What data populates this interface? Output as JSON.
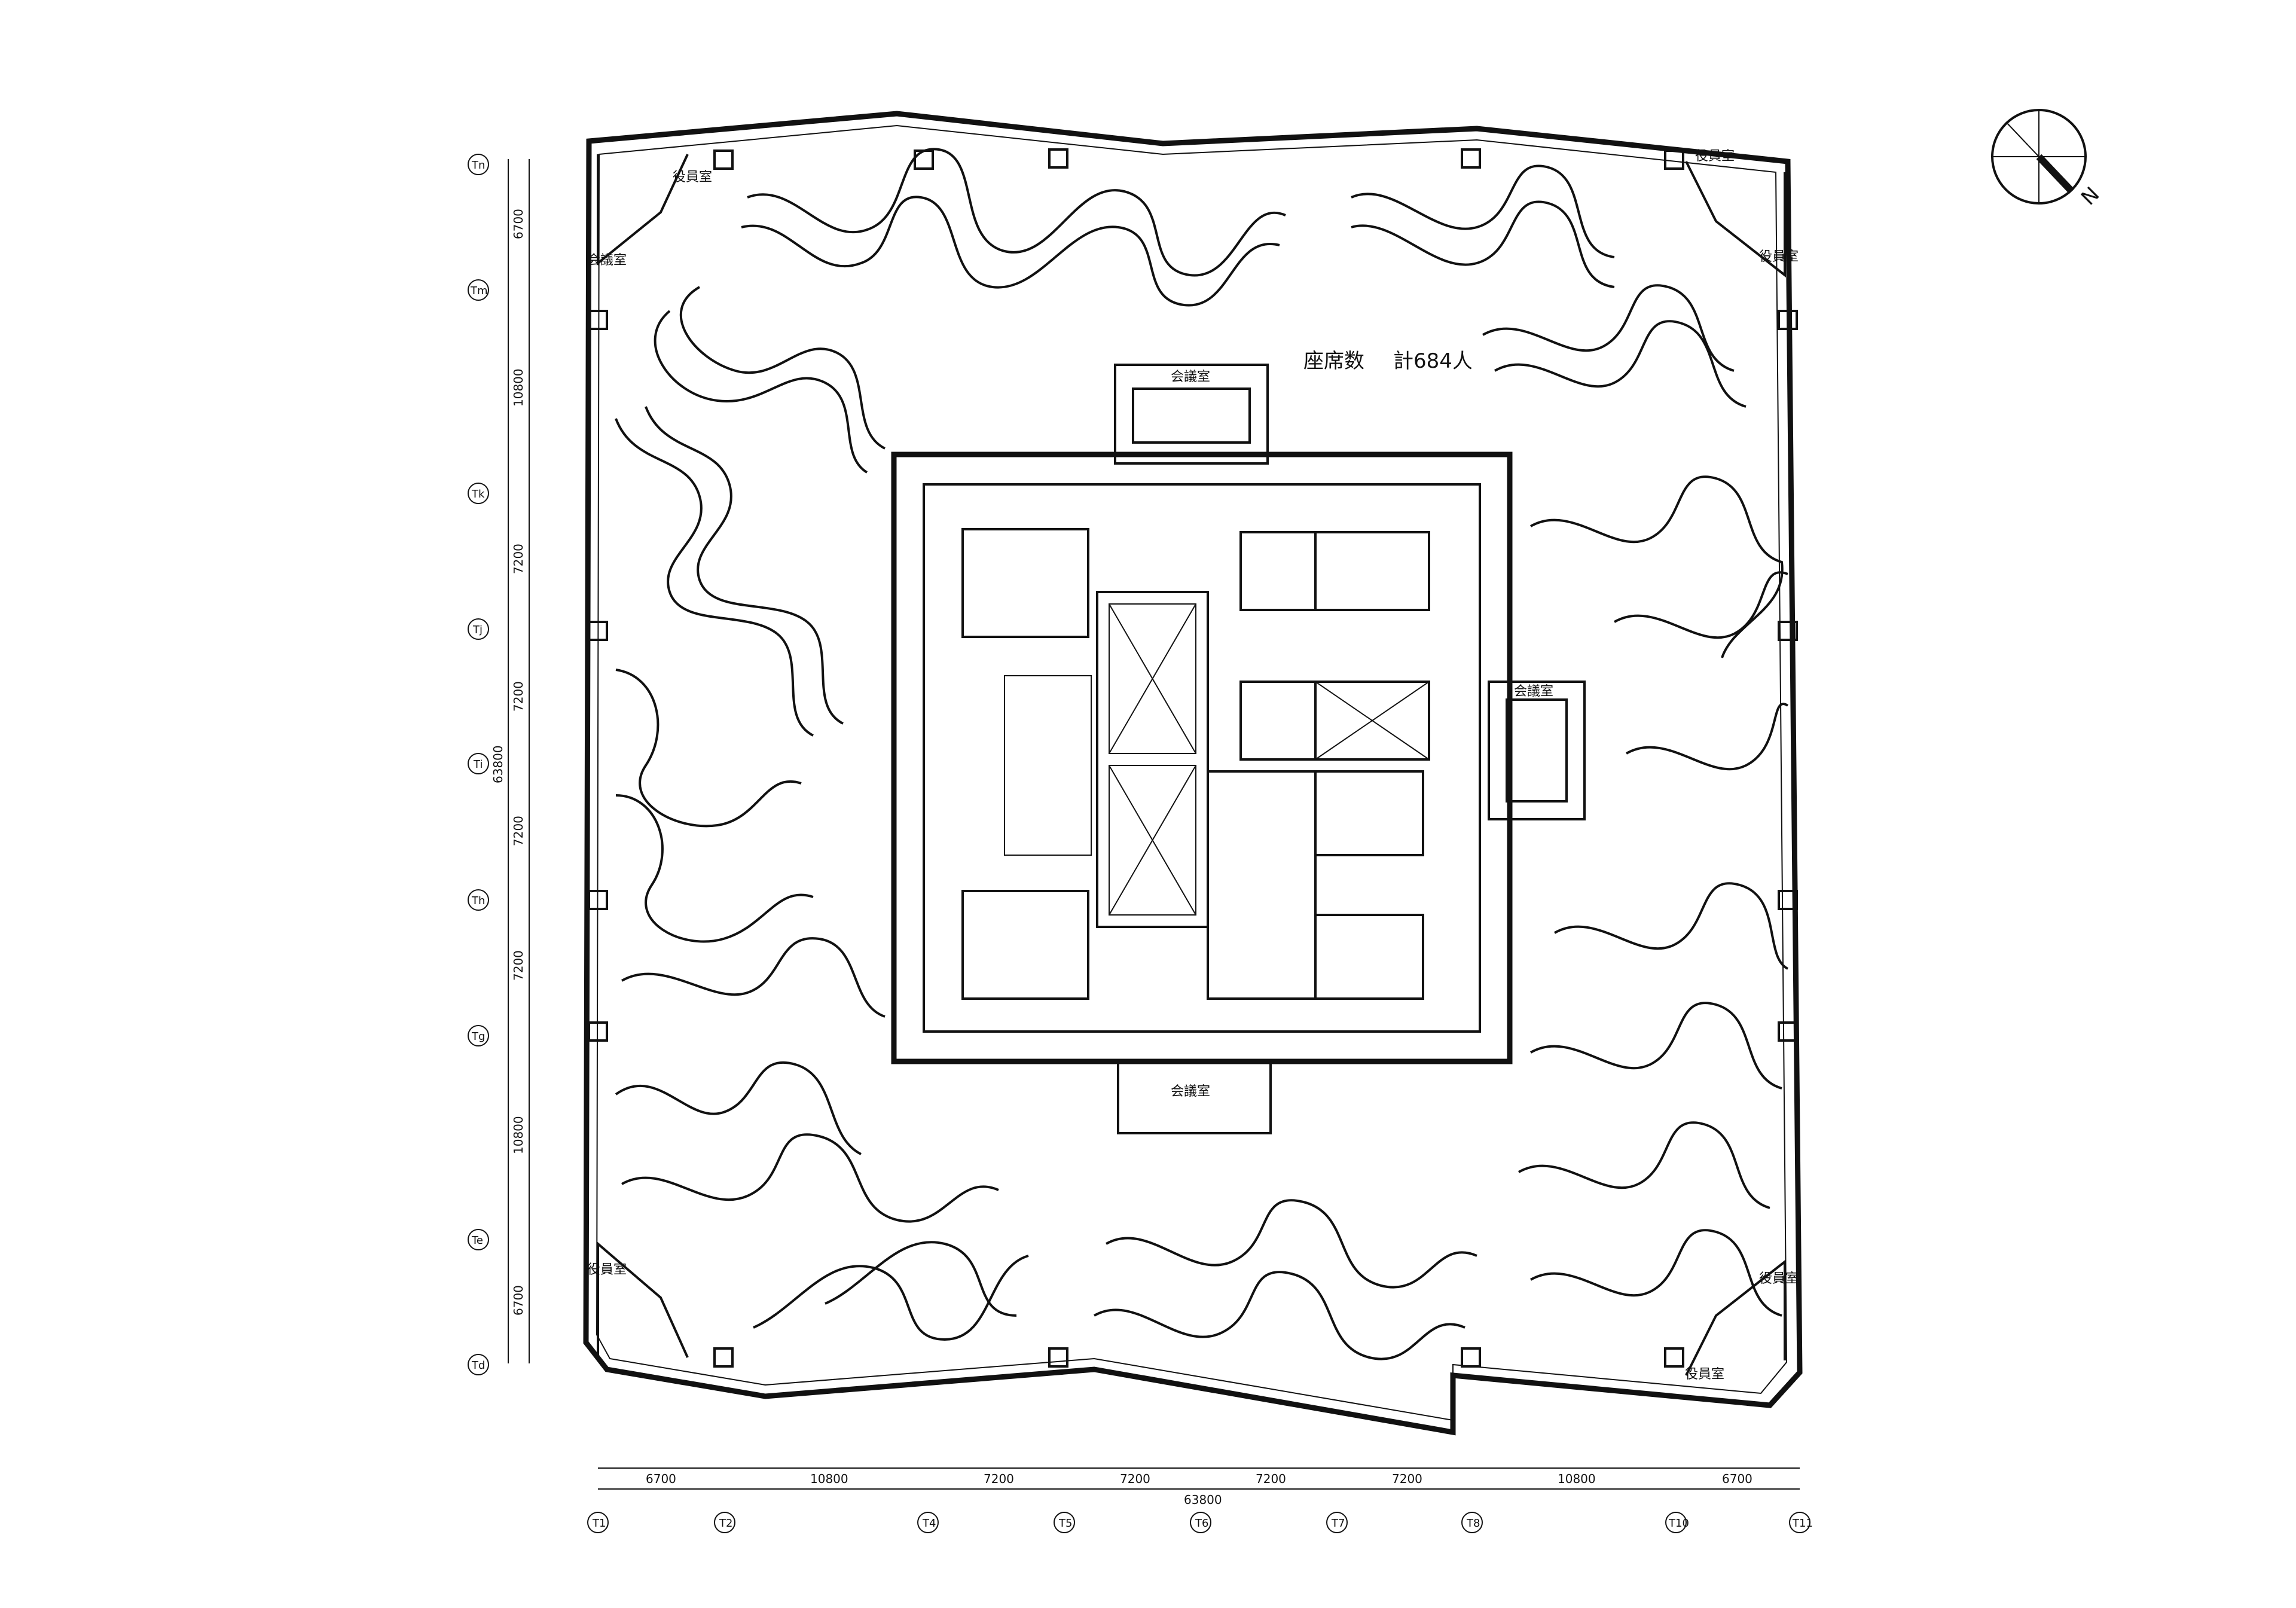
{
  "seat_count": {
    "label": "座席数",
    "value": "計684人"
  },
  "north": "N",
  "rooms": {
    "meeting": "会議室",
    "executive": "役員室"
  },
  "grid_h": [
    "T1",
    "T2",
    "T4",
    "T5",
    "T6",
    "T7",
    "T8",
    "T10",
    "T11"
  ],
  "grid_v": [
    "Tn",
    "Tm",
    "Tk",
    "Tj",
    "Ti",
    "Th",
    "Tg",
    "Te",
    "Td"
  ],
  "dims_h": [
    "6700",
    "10800",
    "7200",
    "7200",
    "7200",
    "7200",
    "10800",
    "6700"
  ],
  "dims_v": [
    "6700",
    "10800",
    "7200",
    "7200",
    "7200",
    "7200",
    "10800",
    "6700"
  ],
  "total_h": "63800",
  "total_v": "63800"
}
